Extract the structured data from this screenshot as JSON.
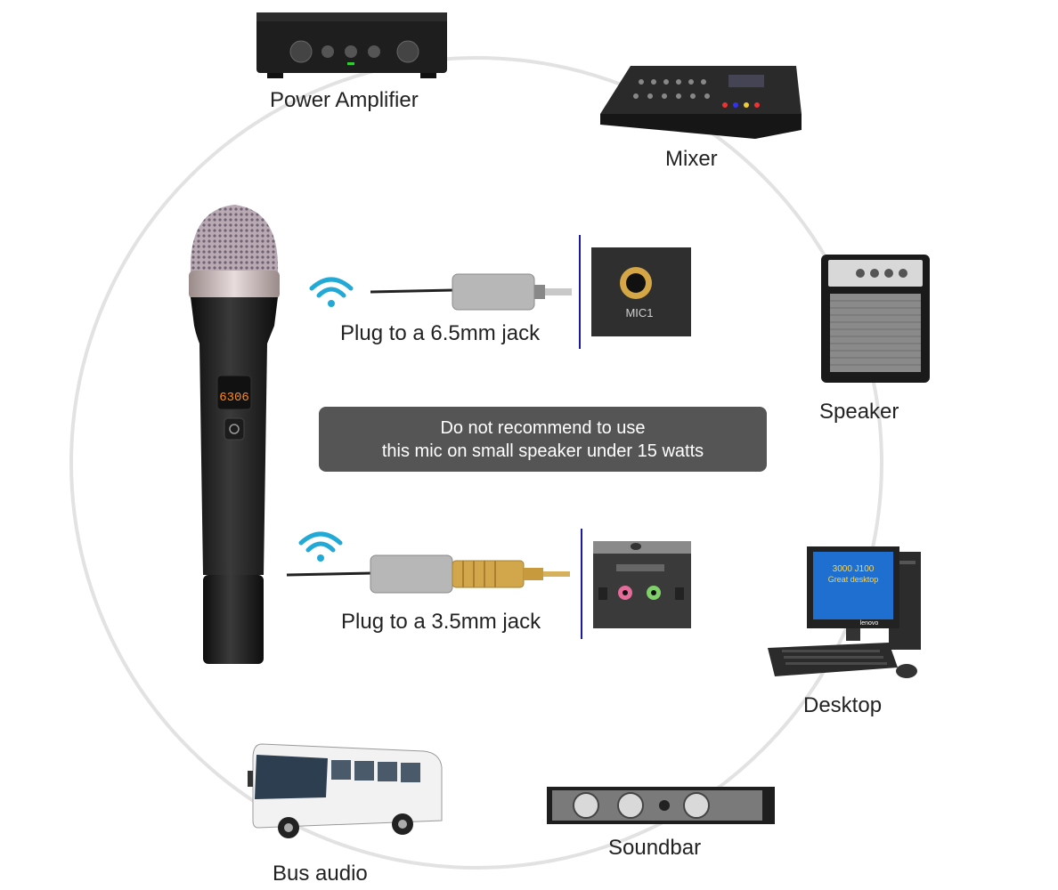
{
  "devices": {
    "power_amplifier": "Power Amplifier",
    "mixer": "Mixer",
    "speaker": "Speaker",
    "desktop": "Desktop",
    "soundbar": "Soundbar",
    "bus_audio": "Bus audio"
  },
  "receivers": {
    "jack_65": {
      "label": "Plug to a 6.5mm jack",
      "port_label": "MIC1"
    },
    "jack_35": {
      "label": "Plug to a 3.5mm jack"
    }
  },
  "notice": {
    "line1": "Do not recommend to use",
    "line2": "this mic on small speaker under 15 watts"
  },
  "mic_display": "6306",
  "monitor_text": {
    "line1": "3000 J100",
    "line2": "Great desktop",
    "brand": "lenovo"
  },
  "colors": {
    "wifi": "#22a9d6",
    "notice_bg": "#555555",
    "divider": "#1a1aa0",
    "display": "#ff8a1a"
  }
}
